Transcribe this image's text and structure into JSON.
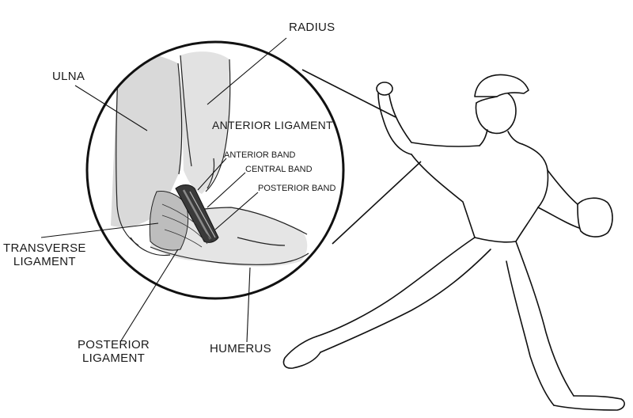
{
  "labels": {
    "radius": "RADIUS",
    "ulna": "ULNA",
    "anterior_ligament": "ANTERIOR LIGAMENT",
    "anterior_band": "ANTERIOR BAND",
    "central_band": "CENTRAL BAND",
    "posterior_band": "POSTERIOR BAND",
    "transverse_ligament": [
      "TRANSVERSE",
      "LIGAMENT"
    ],
    "posterior_ligament": [
      "POSTERIOR",
      "LIGAMENT"
    ],
    "humerus": "HUMERUS"
  },
  "colors": {
    "ink": "#111111",
    "bone_shade": "#d9d9d9",
    "ligament_dark": "#3a3a3a",
    "ligament_mid": "#8a8a8a",
    "background": "#ffffff"
  }
}
